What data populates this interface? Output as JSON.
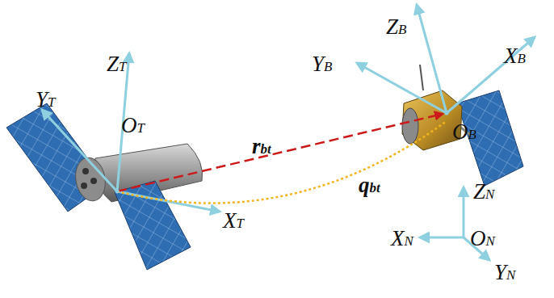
{
  "diagram": {
    "labels": [
      "YT",
      "ZT",
      "OT",
      "XT",
      "rbt",
      "qbt",
      "ZB",
      "YB",
      "XB",
      "OB",
      "ZN",
      "XN",
      "ON",
      "YN"
    ]
  }
}
